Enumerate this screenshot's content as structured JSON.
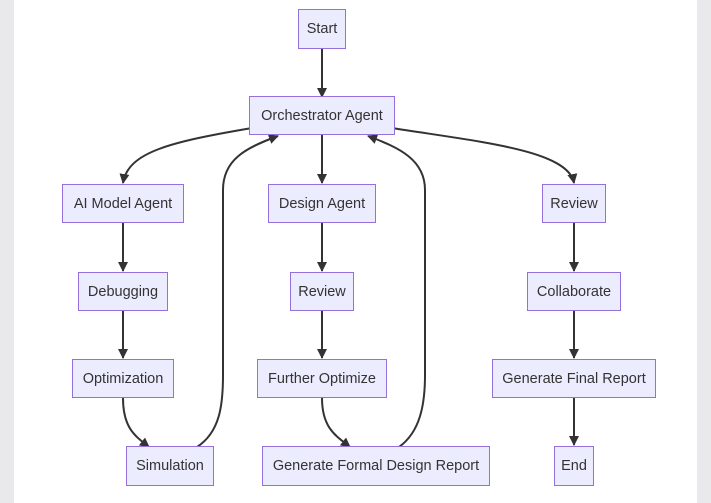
{
  "nodes": {
    "start": "Start",
    "orchestrator": "Orchestrator Agent",
    "ai_model_agent": "AI Model Agent",
    "design_agent": "Design Agent",
    "review_right": "Review",
    "debugging": "Debugging",
    "review_mid": "Review",
    "collaborate": "Collaborate",
    "optimization": "Optimization",
    "further_optimize": "Further Optimize",
    "generate_final_report": "Generate Final Report",
    "simulation": "Simulation",
    "generate_formal_design_report": "Generate Formal Design Report",
    "end": "End"
  },
  "colors": {
    "node_fill": "#ececff",
    "node_border": "#9370db",
    "edge": "#333333",
    "text": "#333333"
  }
}
